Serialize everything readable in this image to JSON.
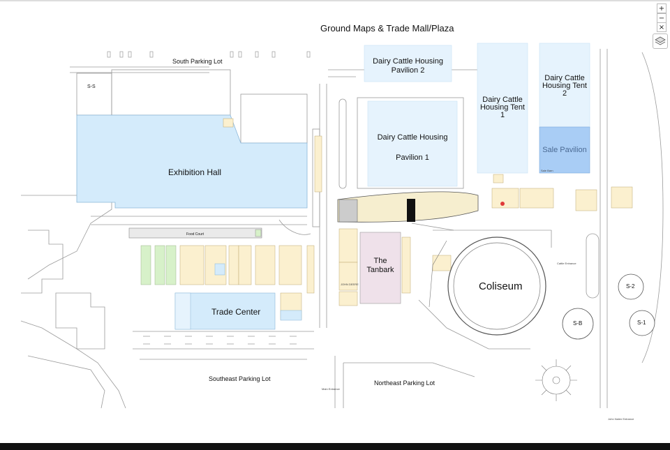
{
  "title": "Ground Maps & Trade Mall/Plaza",
  "controls": {
    "zoom_in": "+",
    "zoom_out": "−",
    "reset": "×"
  },
  "labels": {
    "south_parking": "South Parking Lot",
    "ss": "S-S",
    "exhibition_hall": "Exhibition Hall",
    "food_court": "Food Court",
    "trade_center": "Trade Center",
    "southeast_parking": "Southeast Parking Lot",
    "northeast_parking": "Northeast Parking Lot",
    "main_entrance": "Main Entrance",
    "dcp2": "Dairy Cattle Housing\nPavilion 2",
    "dcp1_a": "Dairy Cattle Housing",
    "dcp1_b": "Pavilion 1",
    "tent1": "Dairy Cattle\nHousing Tent\n1",
    "tent2": "Dairy Cattle\nHousing Tent\n2",
    "sale_pavilion": "Sale Pavilion",
    "tanbark": "The\nTanbark",
    "coliseum": "Coliseum",
    "s2": "S-2",
    "s1": "S-1",
    "sb": "S-B",
    "john_nalen": "John Nalen Entrance",
    "cattle_entrance": "Cattle Entrance",
    "john_deere": "JOHN DEERE",
    "sale_barn": "Sale Barn"
  },
  "colors": {
    "building_blue": "#d4ebfb",
    "building_light": "#e6f3fd",
    "sale_blue": "#a9cdf5",
    "booth_yellow": "#fbf0cf",
    "booth_green": "#d7f1c9",
    "tanbark_pink": "#efe1ea",
    "road_line": "#9a9a9a"
  }
}
